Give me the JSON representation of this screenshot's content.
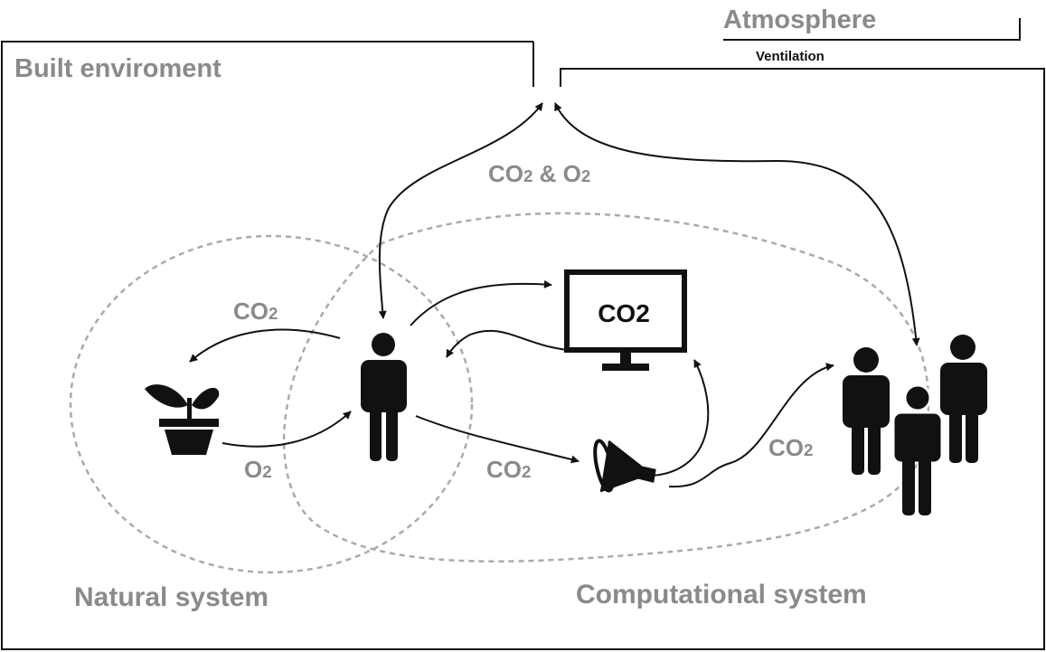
{
  "title_atmosphere": "Atmosphere",
  "title_built": "Built enviroment",
  "ventilation": "Ventilation",
  "exchange": {
    "a": "CO",
    "sub": "2",
    "b": " & O",
    "sub2": "2"
  },
  "natural_system": "Natural system",
  "computational_system": "Computational system",
  "monitor_text": "CO2",
  "flows": {
    "co2_to_plant": {
      "a": "CO",
      "sub": "2"
    },
    "o2_to_person": {
      "a": "O",
      "sub": "2"
    },
    "co2_to_sensor": {
      "a": "CO",
      "sub": "2"
    },
    "co2_from_group": {
      "a": "CO",
      "sub": "2"
    }
  },
  "colors": {
    "accent_gray": "#8a8a8a",
    "dash_gray": "#aaaaaa",
    "ink": "#111111"
  },
  "icons": [
    "plant-icon",
    "person-icon",
    "monitor-icon",
    "sensor-icon",
    "people-group-icon"
  ]
}
